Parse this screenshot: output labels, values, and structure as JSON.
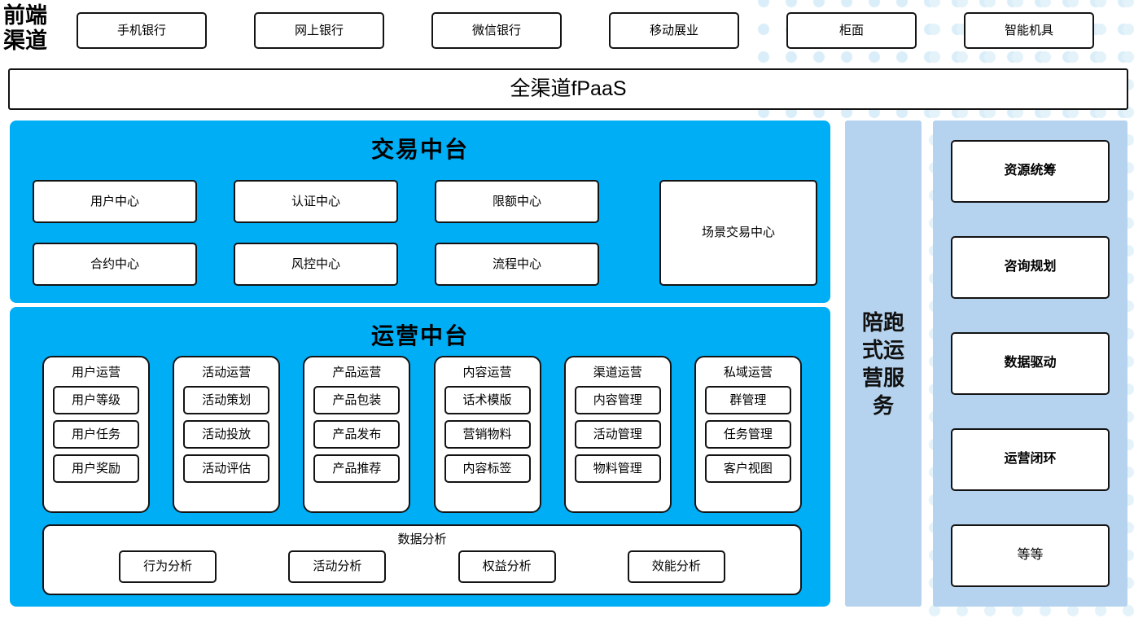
{
  "frontend": {
    "label": "前端\n渠道",
    "channels": [
      {
        "label": "手机银行"
      },
      {
        "label": "网上银行"
      },
      {
        "label": "微信银行"
      },
      {
        "label": "移动展业"
      },
      {
        "label": "柜面"
      },
      {
        "label": "智能机具"
      }
    ],
    "platform_bar": "全渠道fPaaS"
  },
  "trade_platform": {
    "title": "交易中台",
    "centers": [
      {
        "label": "用户中心"
      },
      {
        "label": "认证中心"
      },
      {
        "label": "限额中心"
      },
      {
        "label": "合约中心"
      },
      {
        "label": "风控中心"
      },
      {
        "label": "流程中心"
      }
    ],
    "scene_center": "场景交易中心"
  },
  "ops_platform": {
    "title": "运营中台",
    "columns": [
      {
        "title": "用户运营",
        "items": [
          "用户等级",
          "用户任务",
          "用户奖励"
        ]
      },
      {
        "title": "活动运营",
        "items": [
          "活动策划",
          "活动投放",
          "活动评估"
        ]
      },
      {
        "title": "产品运营",
        "items": [
          "产品包装",
          "产品发布",
          "产品推荐"
        ]
      },
      {
        "title": "内容运营",
        "items": [
          "话术模版",
          "营销物料",
          "内容标签"
        ]
      },
      {
        "title": "渠道运营",
        "items": [
          "内容管理",
          "活动管理",
          "物料管理"
        ]
      },
      {
        "title": "私域运营",
        "items": [
          "群管理",
          "任务管理",
          "客户视图"
        ]
      }
    ],
    "analysis": {
      "title": "数据分析",
      "items": [
        "行为分析",
        "活动分析",
        "权益分析",
        "效能分析"
      ]
    }
  },
  "service": {
    "rail_label": "陪跑式运营服务",
    "cards": [
      {
        "label": "资源统筹",
        "bold": true
      },
      {
        "label": "咨询规划",
        "bold": true
      },
      {
        "label": "数据驱动",
        "bold": true
      },
      {
        "label": "运营闭环",
        "bold": true
      },
      {
        "label": "等等",
        "bold": false
      }
    ]
  },
  "colors": {
    "platform_cyan": "#00AEF5",
    "service_blue": "#B5D3EE",
    "outline": "#131313",
    "background": "#FFFFFF",
    "dot_pattern": "#DAEEF9"
  }
}
